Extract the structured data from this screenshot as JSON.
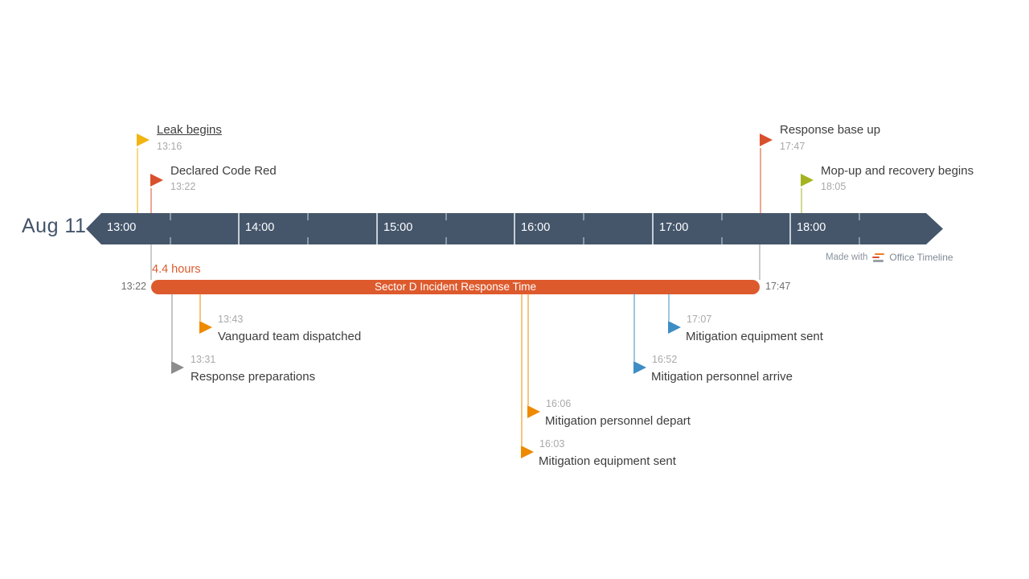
{
  "date_label": "Aug 11",
  "timeline": {
    "hours": [
      "13:00",
      "14:00",
      "15:00",
      "16:00",
      "17:00",
      "18:00"
    ]
  },
  "task": {
    "label": "Sector D Incident Response Time",
    "start_time": "13:22",
    "end_time": "17:47",
    "duration_label": "4.4 hours"
  },
  "milestones_above": [
    {
      "name": "Leak begins",
      "time": "13:16",
      "color": "yellow"
    },
    {
      "name": "Declared Code Red",
      "time": "13:22",
      "color": "red"
    },
    {
      "name": "Response base up",
      "time": "17:47",
      "color": "red"
    },
    {
      "name": "Mop-up and recovery begins",
      "time": "18:05",
      "color": "olive"
    }
  ],
  "milestones_below": [
    {
      "name": "Vanguard team dispatched",
      "time": "13:43",
      "color": "orange"
    },
    {
      "name": "Response preparations",
      "time": "13:31",
      "color": "grey"
    },
    {
      "name": "Mitigation equipment sent",
      "time": "17:07",
      "color": "blue"
    },
    {
      "name": "Mitigation personnel arrive",
      "time": "16:52",
      "color": "blue"
    },
    {
      "name": "Mitigation personnel depart",
      "time": "16:06",
      "color": "orange"
    },
    {
      "name": "Mitigation equipment sent",
      "time": "16:03",
      "color": "orange"
    }
  ],
  "branding": {
    "made_with": "Made with",
    "brand": "Office Timeline"
  },
  "colors": {
    "yellow": "#F2B411",
    "red": "#D9502C",
    "olive": "#A4B31F",
    "orange": "#EE8A00",
    "grey": "#8C8C8C",
    "blue": "#3E8DC5",
    "band": "#45566B",
    "bar": "#DD5A2D",
    "connector_grey": "#C9C9C9",
    "brand_orange": "#E87E2B",
    "brand_red": "#D9502C",
    "brand_grey": "#9AA0A6"
  },
  "chart_data": {
    "type": "bar",
    "subtype": "project-timeline-gantt",
    "title": "",
    "date": "Aug 11",
    "axis": {
      "start": "13:00",
      "end": "18:00",
      "tick_interval_minutes": 60,
      "tick_labels": [
        "13:00",
        "14:00",
        "15:00",
        "16:00",
        "17:00",
        "18:00"
      ],
      "minor_tick_interval_minutes": 30
    },
    "tasks": [
      {
        "name": "Sector D Incident Response Time",
        "start": "13:22",
        "end": "17:47",
        "duration_hours": 4.4,
        "color": "#DD5A2D"
      }
    ],
    "milestones": [
      {
        "name": "Leak begins",
        "time": "13:16",
        "side": "above",
        "color": "#F2B411"
      },
      {
        "name": "Declared Code Red",
        "time": "13:22",
        "side": "above",
        "color": "#D9502C"
      },
      {
        "name": "Response base up",
        "time": "17:47",
        "side": "above",
        "color": "#D9502C"
      },
      {
        "name": "Mop-up and recovery begins",
        "time": "18:05",
        "side": "above",
        "color": "#A4B31F"
      },
      {
        "name": "Vanguard team dispatched",
        "time": "13:43",
        "side": "below",
        "color": "#EE8A00"
      },
      {
        "name": "Response preparations",
        "time": "13:31",
        "side": "below",
        "color": "#8C8C8C"
      },
      {
        "name": "Mitigation equipment sent",
        "time": "17:07",
        "side": "below",
        "color": "#3E8DC5"
      },
      {
        "name": "Mitigation personnel arrive",
        "time": "16:52",
        "side": "below",
        "color": "#3E8DC5"
      },
      {
        "name": "Mitigation personnel depart",
        "time": "16:06",
        "side": "below",
        "color": "#EE8A00"
      },
      {
        "name": "Mitigation equipment sent",
        "time": "16:03",
        "side": "below",
        "color": "#EE8A00"
      }
    ],
    "legend": null,
    "grid": "hour lines on band only"
  }
}
